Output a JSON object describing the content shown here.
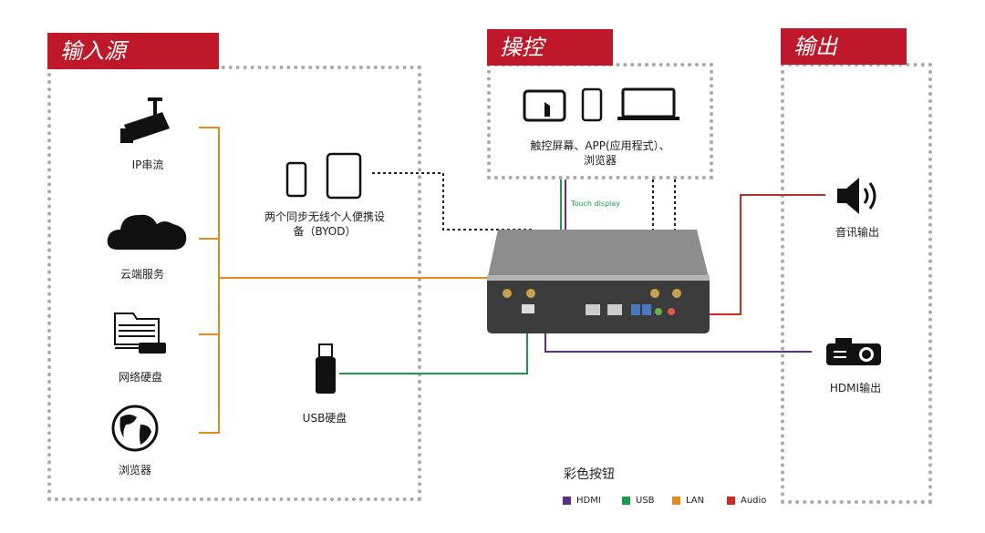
{
  "sections": {
    "input": {
      "title": "输入源"
    },
    "control": {
      "title": "操控"
    },
    "output": {
      "title": "输出"
    }
  },
  "inputs": {
    "ip_stream": "IP串流",
    "cloud": "云端服务",
    "nas": "网络硬盘",
    "browser": "浏览器"
  },
  "byod": {
    "label": "两个同步无线个人便携设备（BYOD）"
  },
  "usb": {
    "label": "USB硬盘"
  },
  "control": {
    "caption": "触控屏幕、APP(应用程式）、浏览器",
    "touch_label": "Touch display"
  },
  "outputs": {
    "audio": "音讯输出",
    "hdmi": "HDMI输出"
  },
  "legend": {
    "title": "彩色按钮",
    "items": [
      {
        "label": "HDMI",
        "color": "#5b2d8c"
      },
      {
        "label": "USB",
        "color": "#1a9a4a"
      },
      {
        "label": "LAN",
        "color": "#e8891e"
      },
      {
        "label": "Audio",
        "color": "#d02a1e"
      }
    ]
  },
  "colors": {
    "hdmi": "#5b2d8c",
    "usb": "#1a9a4a",
    "lan": "#e8891e",
    "audio": "#d02a1e",
    "accent": "#c0182b"
  }
}
